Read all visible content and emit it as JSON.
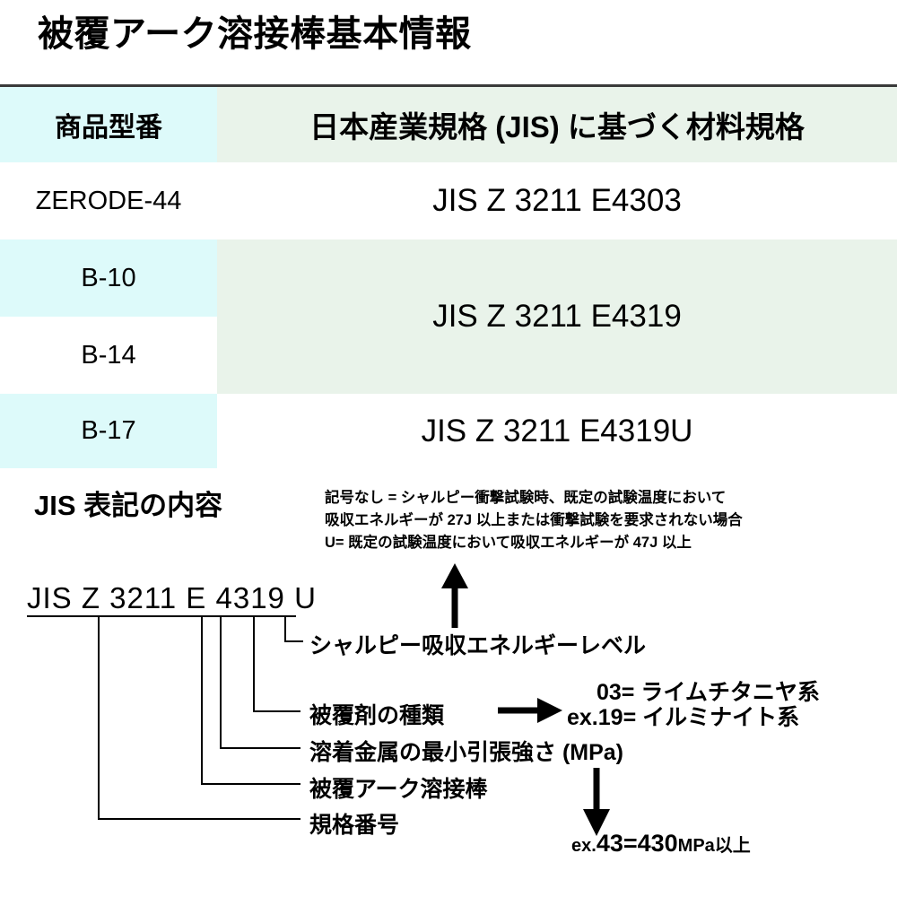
{
  "document": {
    "title": "被覆アーク溶接棒基本情報"
  },
  "table": {
    "headers": {
      "model": "商品型番",
      "standard": "日本産業規格 (JIS) に基づく材料規格"
    },
    "rows": [
      {
        "model": "ZERODE-44",
        "standard": "JIS Z 3211 E4303"
      },
      {
        "model": "B-10",
        "standard": "JIS Z 3211 E4319"
      },
      {
        "model": "B-14",
        "standard": "JIS Z 3211 E4319"
      },
      {
        "model": "B-17",
        "standard": "JIS Z 3211 E4319U"
      }
    ],
    "merged_standard": "JIS Z 3211 E4319"
  },
  "diagram": {
    "section_title": "JIS 表記の内容",
    "code_string": "JIS Z 3211 E 4319 U",
    "notes": [
      "記号なし = シャルピー衝撃試験時、既定の試験温度において",
      "吸収エネルギーが 27J 以上または衝撃試験を要求されない場合",
      "U= 既定の試験温度において吸収エネルギーが 47J 以上"
    ],
    "labels": {
      "charpy": "シャルピー吸収エネルギーレベル",
      "coating_type": "被覆剤の種類",
      "tensile": "溶着金属の最小引張強さ (MPa)",
      "electrode": "被覆アーク溶接棒",
      "standard_no": "規格番号"
    },
    "coating_examples": {
      "line1": "03= ライムチタニヤ系",
      "line2_prefix": "ex.",
      "line2": "19= イルミナイト系"
    },
    "tensile_example": {
      "prefix": "ex.",
      "value": "43=430",
      "unit": "MPa",
      "suffix": "以上"
    }
  },
  "colors": {
    "tint_cyan": "#ddfafa",
    "tint_green": "#e9f3ea",
    "rule": "#3a3a3a"
  }
}
